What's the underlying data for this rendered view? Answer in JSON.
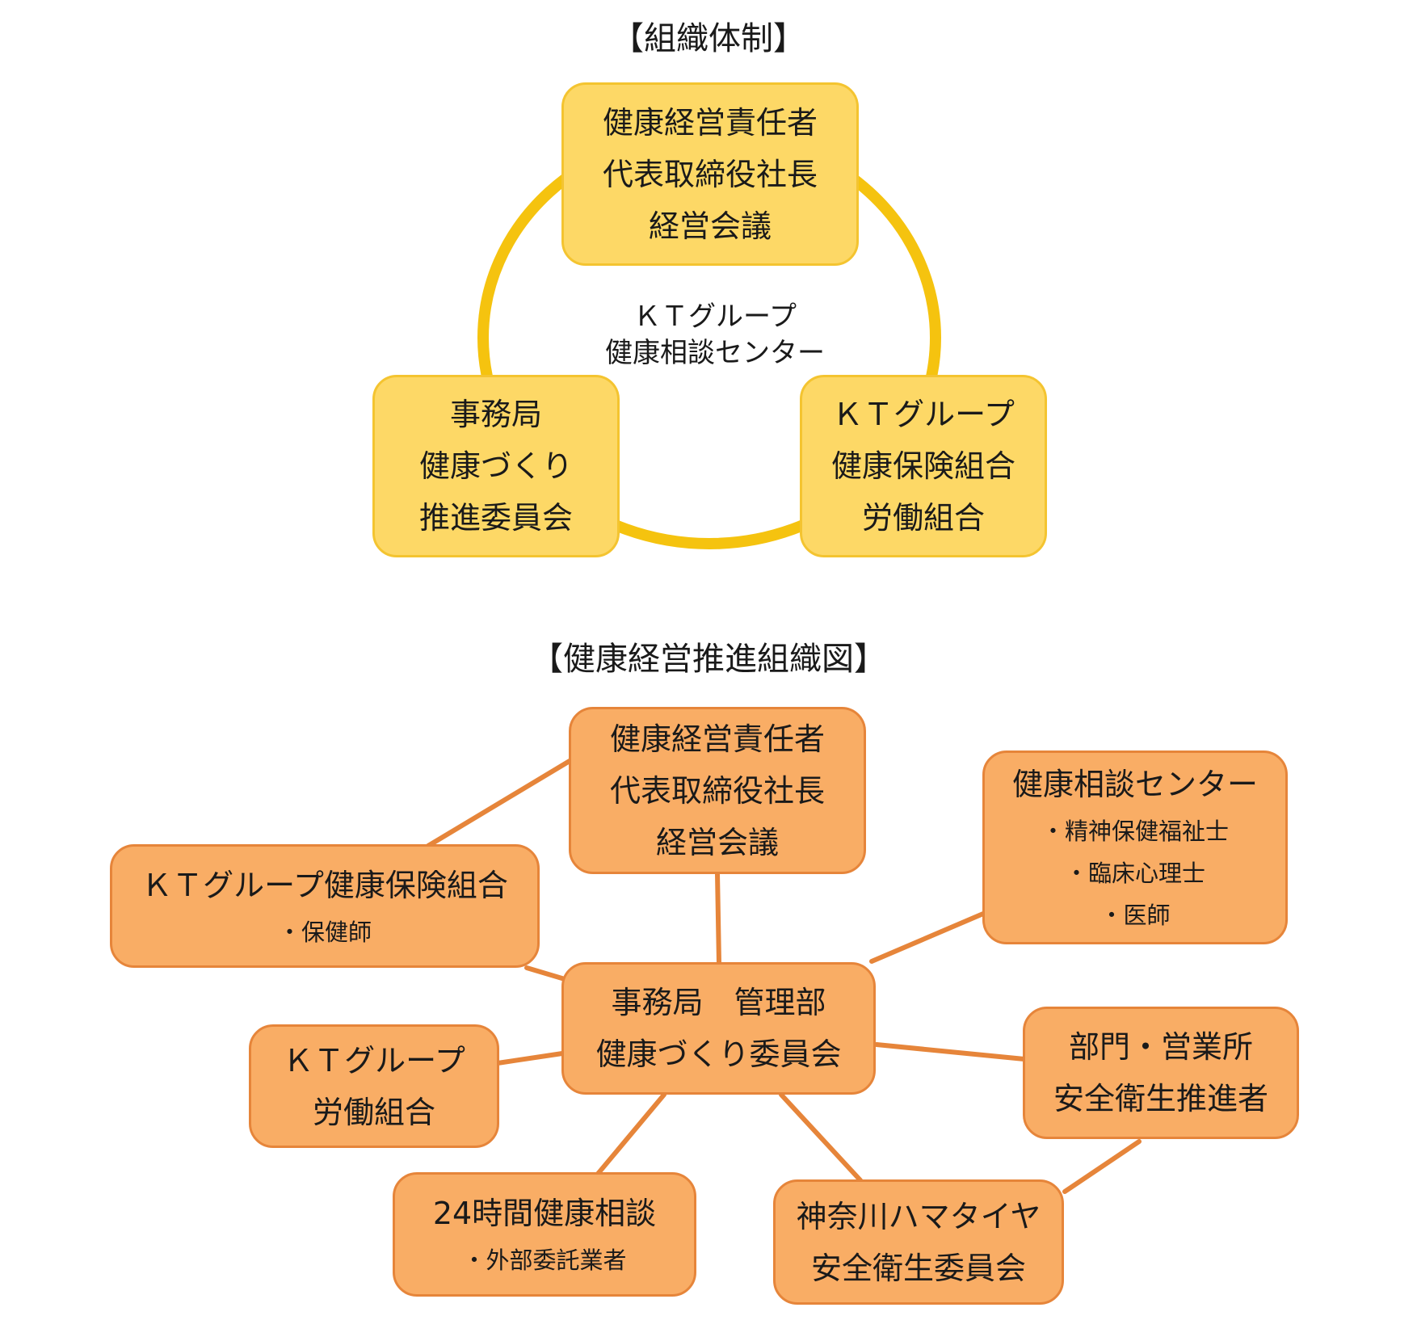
{
  "org": {
    "title": "【組織体制】",
    "top": [
      "健康経営責任者",
      "代表取締役社長",
      "経営会議"
    ],
    "center": [
      "ＫＴグループ",
      "健康相談センター"
    ],
    "left": [
      "事務局",
      "健康づくり",
      "推進委員会"
    ],
    "right": [
      "ＫＴグループ",
      "健康保険組合",
      "労働組合"
    ]
  },
  "chart": {
    "title": "【健康経営推進組織図】",
    "top": [
      "健康経営責任者",
      "代表取締役社長",
      "経営会議"
    ],
    "insurance": {
      "name": "ＫＴグループ健康保険組合",
      "staff": [
        "・保健師"
      ]
    },
    "consult": {
      "name": "健康相談センター",
      "staff": [
        "・精神保健福祉士",
        "・臨床心理士",
        "・医師"
      ]
    },
    "center": [
      "事務局　管理部",
      "健康づくり委員会"
    ],
    "union": [
      "ＫＴグループ",
      "労働組合"
    ],
    "branch": [
      "部門・営業所",
      "安全衛生推進者"
    ],
    "hotline": {
      "name": "24時間健康相談",
      "staff": [
        "・外部委託業者"
      ]
    },
    "kanagawa": [
      "神奈川ハマタイヤ",
      "安全衛生委員会"
    ]
  },
  "colors": {
    "yellow_fill": "#fdd866",
    "yellow_ring": "#f4c430",
    "orange_fill": "#f9ad65",
    "orange_line": "#e6853a"
  }
}
